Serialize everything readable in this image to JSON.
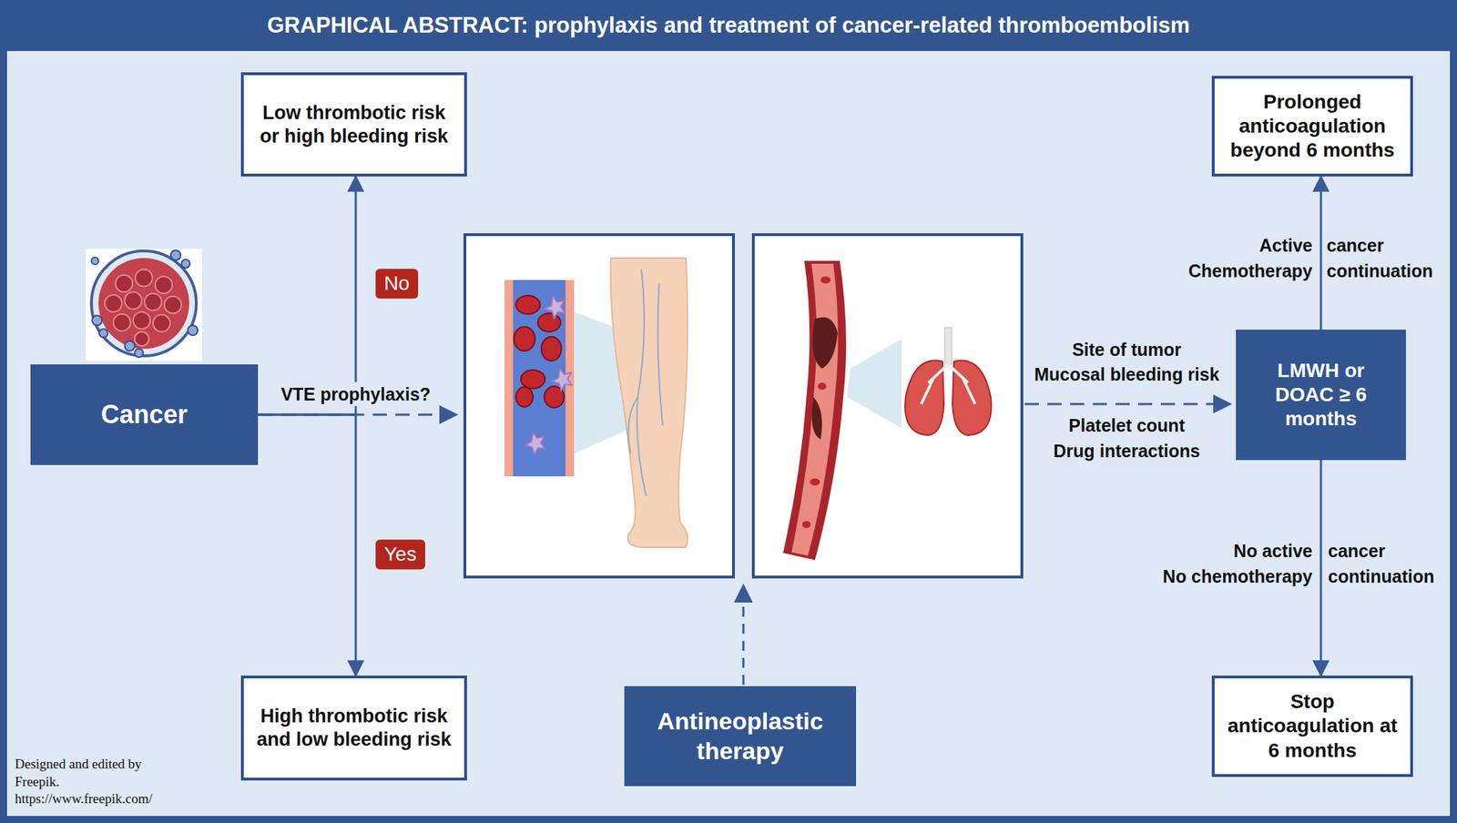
{
  "diagram": {
    "title": "GRAPHICAL ABSTRACT: prophylaxis and treatment of cancer-related thromboembolism",
    "nodes": [
      {
        "text": [
          "Low thrombotic risk or high bleeding risk"
        ]
      },
      {
        "text": [
          "Cancer"
        ]
      },
      {
        "text": [
          "High thrombotic risk and low bleeding risk"
        ]
      },
      {
        "text": [
          "Antineoplastic therapy"
        ]
      },
      {
        "text": [
          "Prolonged anticoagulation beyond 6 months"
        ]
      },
      {
        "text": [
          "LMWH or DOAC ≥ 6 months"
        ]
      },
      {
        "text": [
          "Stop anticoagulation at 6 months"
        ]
      }
    ],
    "edges": [
      {
        "from": 1,
        "to": 0,
        "label": "No",
        "arrow": "to"
      },
      {
        "from": 1,
        "to": 2,
        "label": "Yes",
        "arrow": "to"
      },
      {
        "from": 5,
        "to": 4,
        "arrow": "to"
      },
      {
        "from": 5,
        "to": 6,
        "arrow": "to"
      }
    ],
    "labels": [
      "VTE prophylaxis?",
      "Site of tumor",
      "Mucosal bleeding risk",
      "Platelet count",
      "Drug interactions",
      "Active",
      "cancer",
      "Chemotherapy",
      "continuation",
      "No active",
      "cancer",
      "No chemotherapy",
      "continuation",
      "Designed and edited by Freepik. https://www.freepik.com/"
    ]
  }
}
